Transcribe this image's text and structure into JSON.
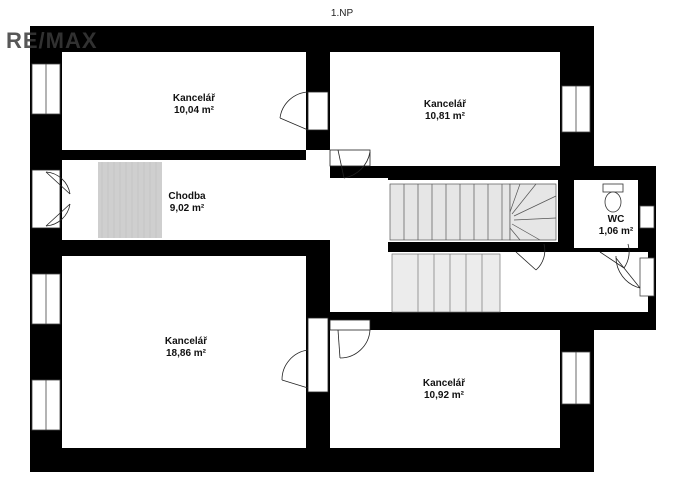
{
  "floor_title": "1.NP",
  "brand": {
    "text": "RE/MAX",
    "color": "#3a3a3a"
  },
  "colors": {
    "wall": "#000000",
    "floor": "#ffffff",
    "stairs": "#d8d8d8",
    "corridor_rug": "#cfcfcf"
  },
  "rooms": [
    {
      "id": "office-1",
      "name": "Kancelář",
      "area": "10,04 m²"
    },
    {
      "id": "office-2",
      "name": "Kancelář",
      "area": "10,81 m²"
    },
    {
      "id": "corridor",
      "name": "Chodba",
      "area": "9,02 m²"
    },
    {
      "id": "wc",
      "name": "WC",
      "area": "1,06 m²"
    },
    {
      "id": "office-3",
      "name": "Kancelář",
      "area": "18,86 m²"
    },
    {
      "id": "office-4",
      "name": "Kancelář",
      "area": "10,92 m²"
    }
  ]
}
